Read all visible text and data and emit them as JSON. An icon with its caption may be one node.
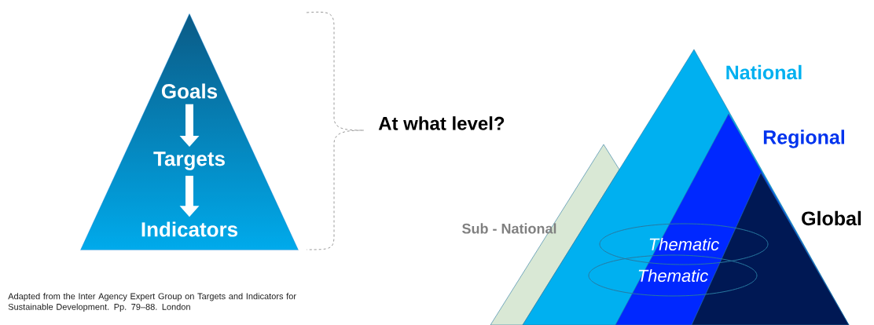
{
  "diagram": {
    "nodes": [
      {
        "text": [],
        "shape": "triangle"
      },
      {
        "text": [
          "Goals"
        ],
        "in": 0
      },
      {
        "text": [
          "Targets"
        ],
        "in": 0
      },
      {
        "text": [
          "Indicators"
        ],
        "in": 0
      },
      {
        "text": [
          "Sub - National"
        ]
      },
      {
        "text": [
          "National"
        ]
      },
      {
        "text": [
          "Regional"
        ],
        "in": 5
      },
      {
        "text": [
          "Global"
        ],
        "in": 6
      },
      {
        "text": [
          "Thematic"
        ],
        "in": 5
      },
      {
        "text": [
          "Thematic"
        ],
        "in": 5
      }
    ],
    "edges": [
      {
        "from": 1,
        "to": 2,
        "arrow": "to"
      },
      {
        "from": 2,
        "to": 3,
        "arrow": "to"
      }
    ],
    "labels": [
      "At what level?",
      "Adapted from the Inter Agency Expert Group on Targets and Indicators for Sustainable Development. Pp. 79–88. London"
    ]
  }
}
